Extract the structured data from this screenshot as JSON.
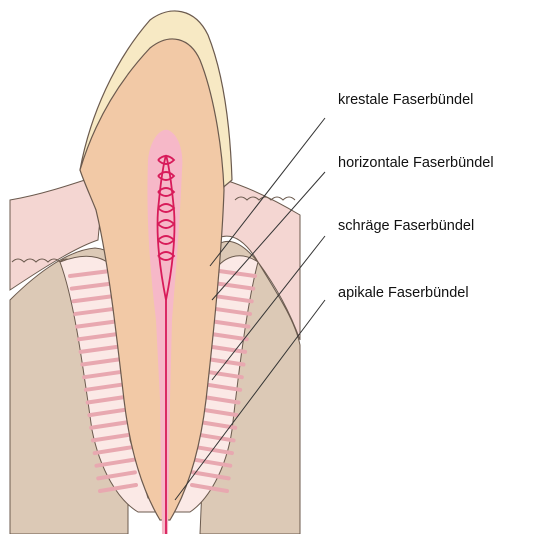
{
  "labels": {
    "crestal": "krestale Faserbündel",
    "horizontal": "horizontale Faserbündel",
    "oblique": "schräge Faserbündel",
    "apical": "apikale Faserbündel"
  },
  "colors": {
    "bone": "#dcc9b6",
    "gingiva": "#f4d6d2",
    "enamel": "#f7e9c4",
    "dentin": "#f2c9a6",
    "pulp": "#f6b8c8",
    "vessels": "#d81b5a",
    "ligament_fibers": "#f4c9cc",
    "outline": "#6b5a4e",
    "leader_lines": "#333333"
  }
}
